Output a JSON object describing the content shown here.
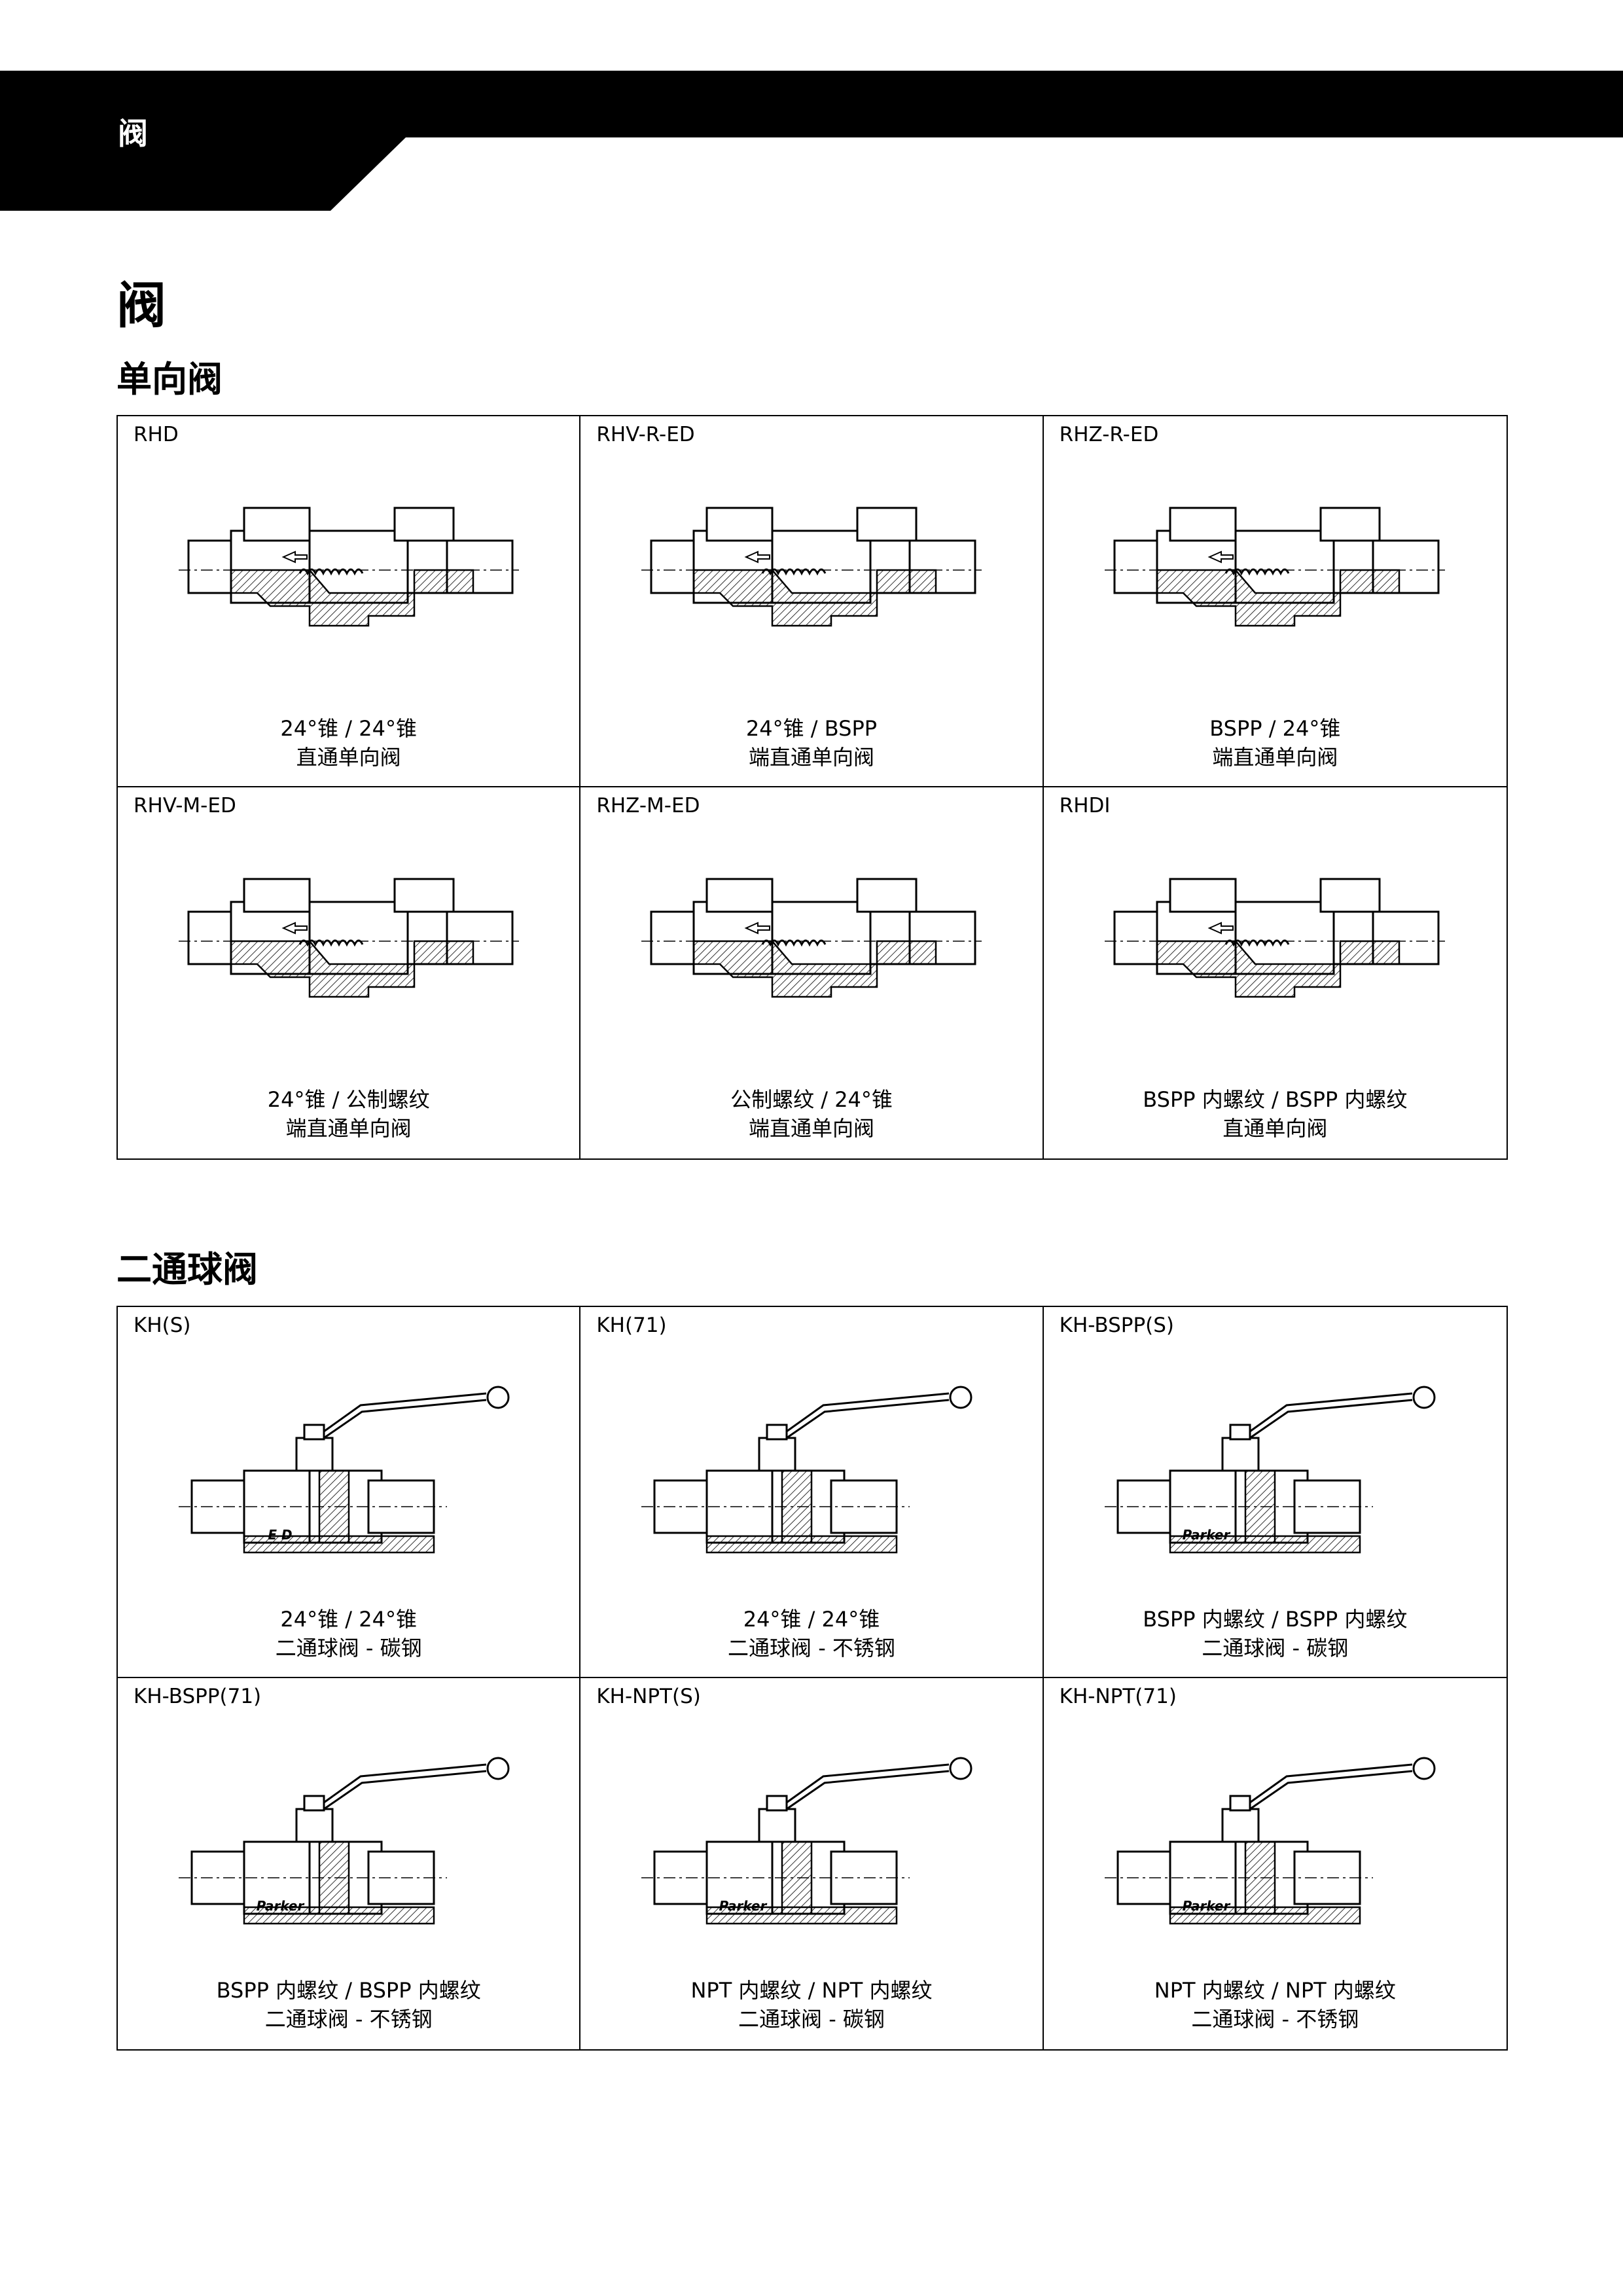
{
  "header": {
    "label": "阀"
  },
  "page_title": "阀",
  "sections": [
    {
      "title": "单向阀",
      "items": [
        {
          "code": "RHD",
          "line1": "24°锥 / 24°锥",
          "line2": "直通单向阀",
          "icon": "check-valve-drawing"
        },
        {
          "code": "RHV-R-ED",
          "line1": "24°锥 / BSPP",
          "line2": "端直通单向阀",
          "icon": "check-valve-drawing"
        },
        {
          "code": "RHZ-R-ED",
          "line1": "BSPP / 24°锥",
          "line2": "端直通单向阀",
          "icon": "check-valve-drawing"
        },
        {
          "code": "RHV-M-ED",
          "line1": "24°锥 / 公制螺纹",
          "line2": "端直通单向阀",
          "icon": "check-valve-drawing"
        },
        {
          "code": "RHZ-M-ED",
          "line1": "公制螺纹 / 24°锥",
          "line2": "端直通单向阀",
          "icon": "check-valve-drawing"
        },
        {
          "code": "RHDI",
          "line1": "BSPP 内螺纹 / BSPP 内螺纹",
          "line2": "直通单向阀",
          "icon": "check-valve-drawing"
        }
      ]
    },
    {
      "title": "二通球阀",
      "items": [
        {
          "code": "KH(S)",
          "line1": "24°锥 / 24°锥",
          "line2": "二通球阀 - 碳钢",
          "icon": "ball-valve-drawing",
          "body_mark": "E D"
        },
        {
          "code": "KH(71)",
          "line1": "24°锥 / 24°锥",
          "line2": "二通球阀 - 不锈钢",
          "icon": "ball-valve-drawing",
          "body_mark": ""
        },
        {
          "code": "KH-BSPP(S)",
          "line1": "BSPP 内螺纹 / BSPP 内螺纹",
          "line2": "二通球阀 - 碳钢",
          "icon": "ball-valve-drawing",
          "body_mark": "Parker"
        },
        {
          "code": "KH-BSPP(71)",
          "line1": "BSPP 内螺纹 / BSPP 内螺纹",
          "line2": "二通球阀 - 不锈钢",
          "icon": "ball-valve-drawing",
          "body_mark": "Parker"
        },
        {
          "code": "KH-NPT(S)",
          "line1": "NPT 内螺纹 / NPT 内螺纹",
          "line2": "二通球阀 - 碳钢",
          "icon": "ball-valve-drawing",
          "body_mark": "Parker"
        },
        {
          "code": "KH-NPT(71)",
          "line1": "NPT 内螺纹 / NPT 内螺纹",
          "line2": "二通球阀 - 不锈钢",
          "icon": "ball-valve-drawing",
          "body_mark": "Parker"
        }
      ]
    }
  ]
}
